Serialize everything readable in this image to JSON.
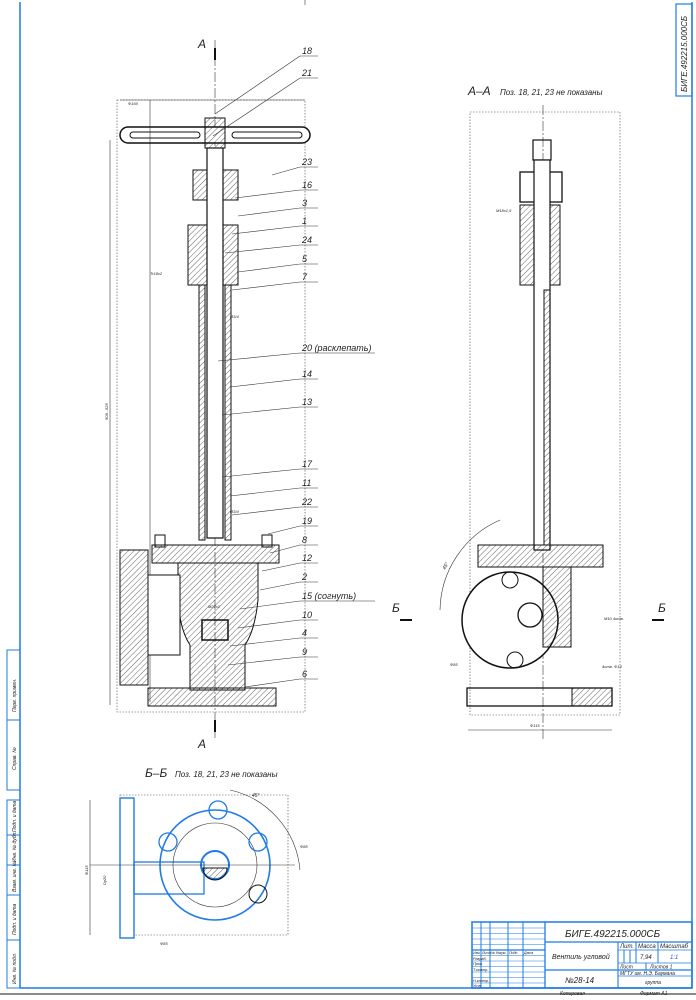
{
  "stamp": {
    "code": "БИГЕ.492215.000СБ"
  },
  "views": {
    "main": {
      "section_mark_top": "А",
      "section_mark_bottom": "А",
      "dims": {
        "handwheel_dia": "Ф160",
        "height": "509...525",
        "thread": "Tr18x2",
        "hole1": "Ø3/4",
        "hole2": "Ø3/4",
        "m_thread": "M27x1"
      }
    },
    "aa": {
      "title": "А–А",
      "note": "Поз. 18, 21, 23 не показаны",
      "dims": {
        "thread": "M18x1,5",
        "angle": "45°",
        "dia85": "Ф85",
        "dia115": "Ф115",
        "holes": "4отв. Ф14",
        "m10": "M10 4отв."
      },
      "section_left": "Б",
      "section_right": "Б"
    },
    "bb": {
      "title": "Б–Б",
      "note": "Поз. 18, 21, 23 не показаны",
      "dims": {
        "d115": "Ф115",
        "d85": "Ф85",
        "d88": "Ф88",
        "angle": "45°",
        "dn": "Dу20"
      }
    }
  },
  "positions": [
    {
      "n": "18"
    },
    {
      "n": "21"
    },
    {
      "n": "23"
    },
    {
      "n": "16"
    },
    {
      "n": "3"
    },
    {
      "n": "1"
    },
    {
      "n": "24"
    },
    {
      "n": "5"
    },
    {
      "n": "7"
    },
    {
      "n": "20 (расклепать)"
    },
    {
      "n": "14"
    },
    {
      "n": "13"
    },
    {
      "n": "17"
    },
    {
      "n": "11"
    },
    {
      "n": "22"
    },
    {
      "n": "19"
    },
    {
      "n": "8"
    },
    {
      "n": "12"
    },
    {
      "n": "2"
    },
    {
      "n": "15 (согнуть)"
    },
    {
      "n": "10"
    },
    {
      "n": "4"
    },
    {
      "n": "9"
    },
    {
      "n": "6"
    }
  ],
  "side_strip": [
    "Перв. примен.",
    "Справ. №",
    "Подп. и дата",
    "Инв. № дубл.",
    "Взам. инв. №",
    "Подп. и дата",
    "Инв. № подл."
  ],
  "title_block": {
    "code": "БИГЕ.492215.000СБ",
    "name": "Вентиль угловой",
    "number": "№28-14",
    "headers": [
      "Изм.",
      "Лист",
      "№ докум.",
      "Подп.",
      "Дата"
    ],
    "roles": [
      "Разраб.",
      "Пров.",
      "Т.контр.",
      "Н.контр.",
      "Утв."
    ],
    "lit_label": "Лит.",
    "mass_label": "Масса",
    "scale_label": "Масштаб",
    "mass": "7,94",
    "scale": "1:1",
    "sheet_label": "Лист",
    "sheets_label": "Листов  1",
    "org_line1": "МГТУ им. Н.Э. Баумана",
    "org_line2": "группа",
    "copied": "Копировал",
    "format": "Формат   А1"
  }
}
